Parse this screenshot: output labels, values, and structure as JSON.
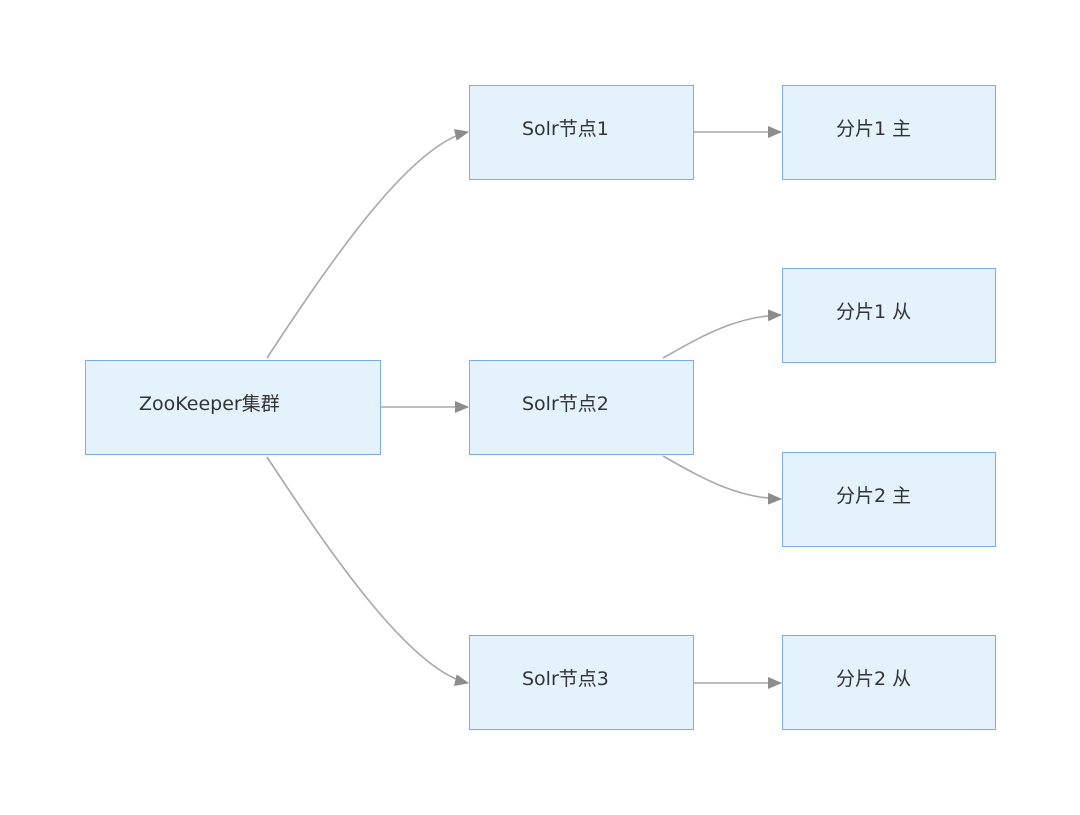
{
  "nodes": {
    "zookeeper": "ZooKeeper集群",
    "solr1": "Solr节点1",
    "solr2": "Solr节点2",
    "solr3": "Solr节点3",
    "shard1_primary": "分片1 主",
    "shard1_replica": "分片1 从",
    "shard2_primary": "分片2 主",
    "shard2_replica": "分片2 从"
  },
  "edges": [
    {
      "from": "zookeeper",
      "to": "solr1"
    },
    {
      "from": "zookeeper",
      "to": "solr2"
    },
    {
      "from": "zookeeper",
      "to": "solr3"
    },
    {
      "from": "solr1",
      "to": "shard1_primary"
    },
    {
      "from": "solr2",
      "to": "shard1_replica"
    },
    {
      "from": "solr2",
      "to": "shard2_primary"
    },
    {
      "from": "solr3",
      "to": "shard2_replica"
    }
  ],
  "colors": {
    "node_fill": "#e3f2fb",
    "node_border": "#7aaaf0",
    "edge": "#a0a0a0",
    "text": "#333333"
  }
}
